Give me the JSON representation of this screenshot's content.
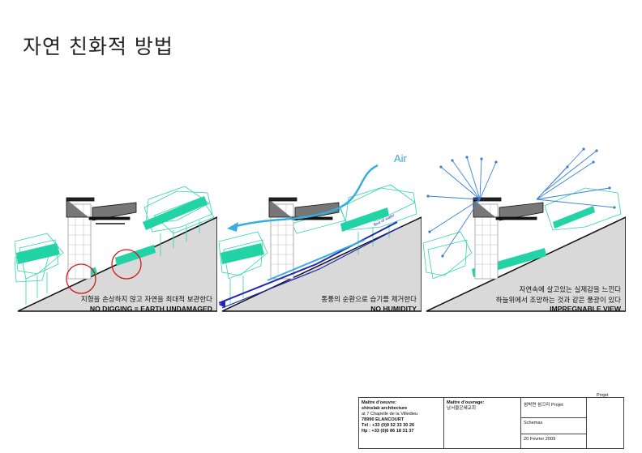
{
  "title": "자연 친화적 방법",
  "panels": [
    {
      "caption_ko": "지형을 손상하지 않고 자연을 최대적 보관한다",
      "caption_en": "NO DIGGING = EARTH UNDAMAGED"
    },
    {
      "caption_ko": "통풍의 순환으로 습기를 제거한다",
      "caption_en": "NO HUMIDITY",
      "air_label": "Air",
      "water_label": "flow of water"
    },
    {
      "caption_ko_1": "자연속에 살고있는 실제감을 느낀다",
      "caption_ko_2": "하늘위에서 조망하는 것과 같은 풍광이 있다",
      "caption_en": "IMPREGNABLE VIEW"
    }
  ],
  "title_block": {
    "projet_label": "Projet",
    "oeuvre_label": "Maître d'oeuvre:",
    "architect": "shinslab architecture",
    "address_1": "at 7 Chapelle de la Villedieu",
    "address_2": "78990  ELANCOURT",
    "tel": "Tél : +33 (0)9 52 33 30 26",
    "hp": "Hp : +33 (0)6 86 18 31 37",
    "ouvrage_label": "Maître d'ouvrage:",
    "client": "남서울은혜교회",
    "project_name": "쉼박면 쉼끄리 Projet",
    "drawing": "Schemas",
    "date": "20 Fevrier 2009"
  },
  "colors": {
    "green": "#22d3a6",
    "green_line": "#2fd5a9",
    "ground": "#d9d9d9",
    "air_blue": "#38aee0",
    "water_blue": "#2326b8",
    "view_blue": "#3a7fd6",
    "red": "#d21a1a"
  }
}
